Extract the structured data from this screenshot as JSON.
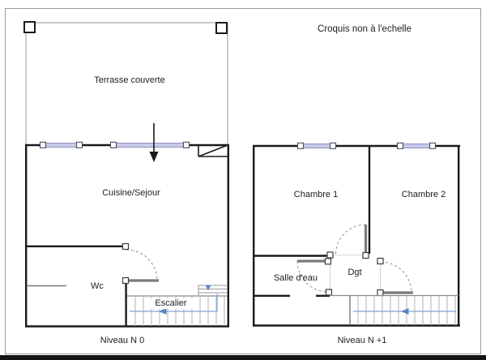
{
  "annotation": {
    "note": "Croquis non à l'echelle"
  },
  "plans": {
    "level0": {
      "caption": "Niveau N 0",
      "rooms": {
        "terrasse": "Terrasse couverte",
        "cuisine": "Cuisine/Sejour",
        "wc": "Wc",
        "escalier": "Escalier"
      }
    },
    "level1": {
      "caption": "Niveau N +1",
      "rooms": {
        "chambre1": "Chambre 1",
        "chambre2": "Chambre 2",
        "salle_eau": "Salle d'eau",
        "dgt": "Dgt"
      }
    }
  },
  "symbols": {
    "entrance_arrow": "down-arrow",
    "stair_direction_level0": "left-arrow",
    "stair_direction_level1": "left-arrow",
    "stair_landing_marker": "down-triangle"
  },
  "colors": {
    "wall": "#1a1a1a",
    "terrace_line": "#a6a6a6",
    "window_fill": "#c9cae9",
    "window_border": "#8f90c0",
    "door_leaf": "#7a7a7a",
    "swing_arc": "#909090",
    "stair_line": "#b3b3b3",
    "blue_arrow": "#5b84c4",
    "frame": "#9a9a9a",
    "bottom_band": "#151515"
  }
}
